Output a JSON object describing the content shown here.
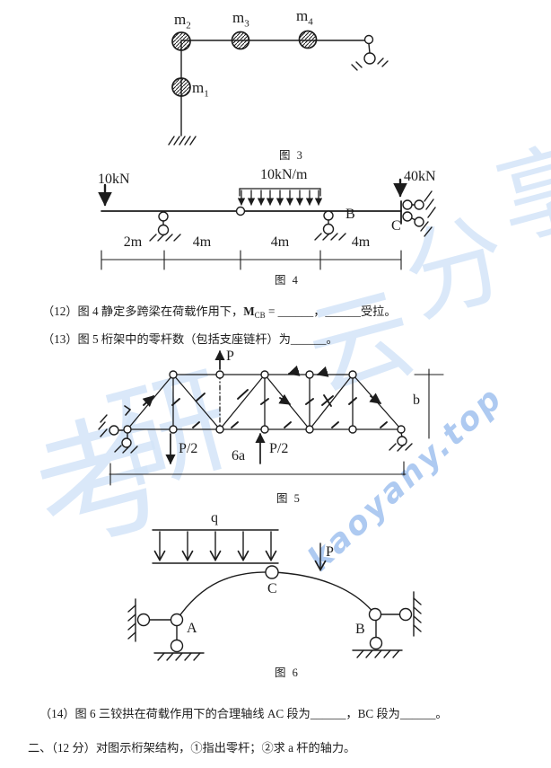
{
  "ink_color": "#1c1c1c",
  "watermark": {
    "site_text": "kaoyany.top",
    "site_color": "#8fb8ea",
    "calligraphy_color": "#d4e5f8",
    "chars": [
      "考",
      "研",
      "云",
      "分",
      "享"
    ]
  },
  "fig3": {
    "caption": "图 3",
    "masses": {
      "m1": {
        "sym": "m",
        "sub": "1"
      },
      "m2": {
        "sym": "m",
        "sub": "2"
      },
      "m3": {
        "sym": "m",
        "sub": "3"
      },
      "m4": {
        "sym": "m",
        "sub": "4"
      }
    }
  },
  "fig4": {
    "caption": "图 4",
    "point_load_left": "10kN",
    "distributed_load": "10kN/m",
    "point_load_right": "40kN",
    "label_B": "B",
    "label_C": "C",
    "dims": [
      "2m",
      "4m",
      "4m",
      "4m"
    ]
  },
  "fig5": {
    "caption": "图 5",
    "load_top": "P",
    "load_down": "P/2",
    "load_up": "P/2",
    "dim_span": "6a",
    "dim_height": "b"
  },
  "fig6": {
    "caption": "图 6",
    "load_q": "q",
    "load_P": "P",
    "label_A": "A",
    "label_B": "B",
    "label_C": "C"
  },
  "questions": {
    "q12_prefix": "（12）图 4 静定多跨梁在荷载作用下，",
    "q12_moment_sym": "M",
    "q12_moment_sub": "CB",
    "q12_suffix": " = ______，______受拉。",
    "q13": "（13）图 5 桁架中的零杆数（包括支座链杆）为______。",
    "q14": "（14）图 6 三铰拱在荷载作用下的合理轴线 AC 段为______，BC 段为______。",
    "q2": "二、（12 分）对图示桁架结构，①指出零杆；②求 a 杆的轴力。"
  }
}
